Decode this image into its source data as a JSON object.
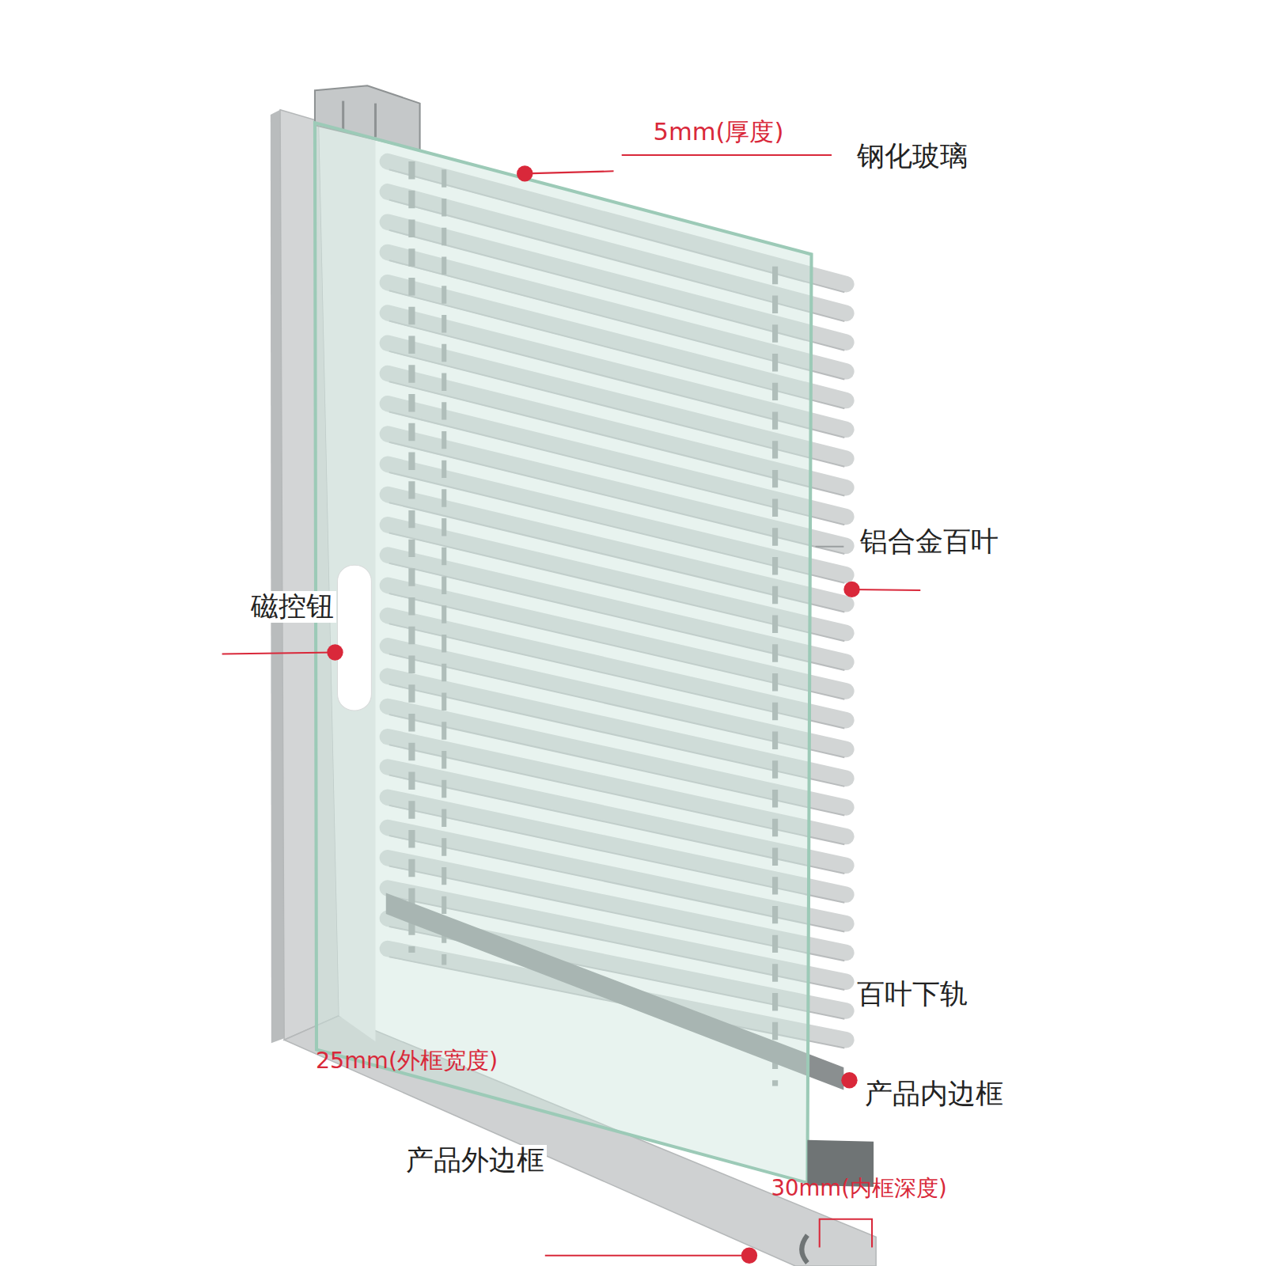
{
  "diagram": {
    "labels": [
      "5mm(厚度)",
      "钢化玻璃",
      "铝合金百叶",
      "磁控钮",
      "百叶下轨",
      "产品内边框",
      "25mm(外框宽度)",
      "产品外边框",
      "30mm(内框深度)"
    ]
  }
}
